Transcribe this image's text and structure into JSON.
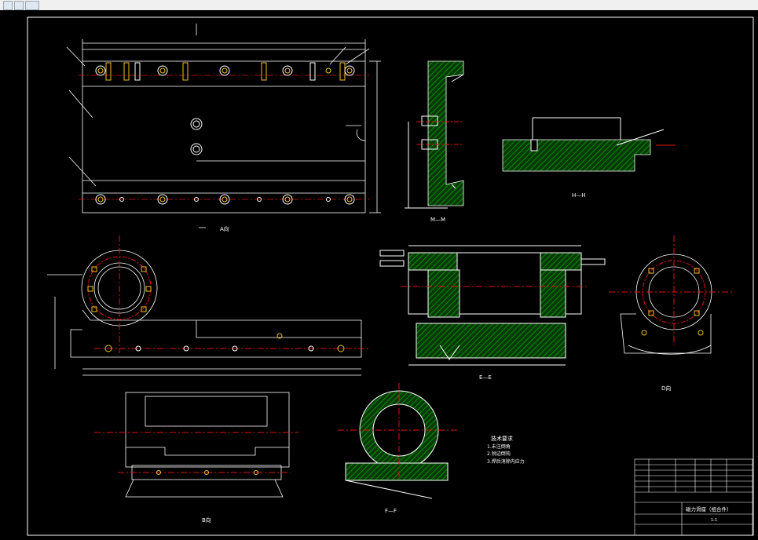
{
  "window": {
    "tab_text": ""
  },
  "views": {
    "front_view_label": "A向",
    "section_mm": "M—M",
    "section_hh": "H—H",
    "section_ee": "E—E",
    "view_d": "D向",
    "section_ff": "F—F",
    "view_b": "B向"
  },
  "notes": {
    "heading": "技术要求",
    "line1": "1.未注倒角",
    "line2": "2.锐边倒钝",
    "line3": "3.焊后消除内应力"
  },
  "title_block": {
    "part_name": "磁力滑座（组合件）",
    "scale": "1:1"
  },
  "colors": {
    "background": "#000000",
    "outline": "#ffffff",
    "hatch": "#00c000",
    "center_line": "#e01010",
    "hole": "#f0c020",
    "dimension": "#ffffff"
  }
}
